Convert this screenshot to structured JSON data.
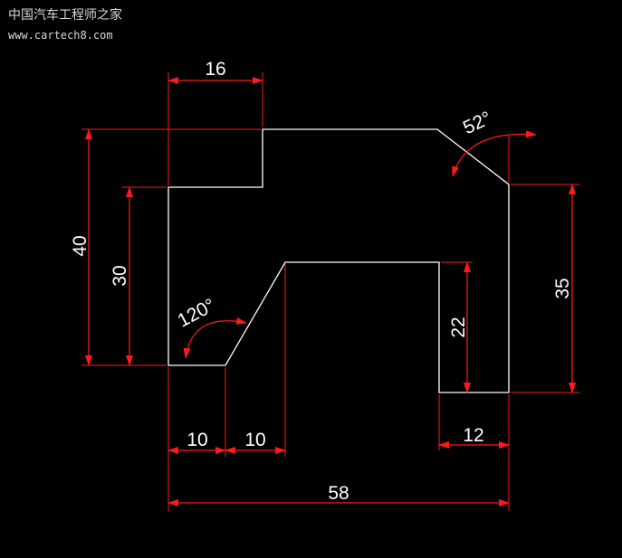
{
  "watermark": {
    "line1": "中国汽车工程师之家",
    "line2": "www.cartech8.com"
  },
  "colors": {
    "background": "#000000",
    "outline": "#ffffff",
    "dimension": "#ff1a1a",
    "dimension_text": "#ffffff"
  },
  "dimensions": {
    "top_width": "16",
    "total_height": "40",
    "left_height": "30",
    "right_height": "35",
    "pocket_depth": "22",
    "bottom_left": "10",
    "bottom_mid": "10",
    "bottom_right": "12",
    "overall_width": "58",
    "angle_top_right": "52°",
    "angle_bottom_left": "120°"
  }
}
